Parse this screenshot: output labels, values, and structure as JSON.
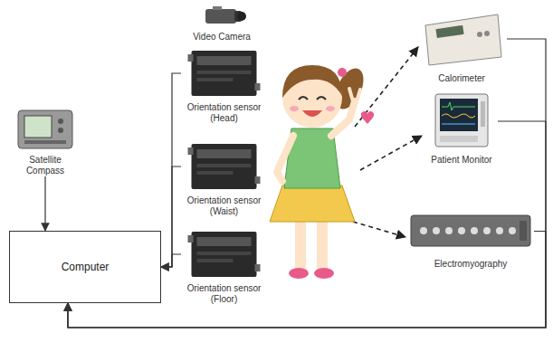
{
  "diagram": {
    "nodes": [
      {
        "text": [
          "Video Camera"
        ]
      },
      {
        "text": [
          "Satellite Compass"
        ]
      },
      {
        "text": [
          "Computer"
        ]
      },
      {
        "text": [
          "Orientation sensor (Head)"
        ]
      },
      {
        "text": [
          "Orientation sensor (Waist)"
        ]
      },
      {
        "text": [
          "Orientation sensor (Floor)"
        ]
      },
      {
        "text": [
          "Calorimeter"
        ]
      },
      {
        "text": [
          "Patient Monitor"
        ]
      },
      {
        "text": [
          "Electromyography"
        ]
      }
    ],
    "edges": [
      {
        "from": 1,
        "to": 2,
        "arrow": "to"
      },
      {
        "from": 3,
        "to": 2,
        "arrow": "to"
      },
      {
        "from": 4,
        "to": 2,
        "arrow": "to"
      },
      {
        "from": 5,
        "to": 2,
        "arrow": "to"
      },
      {
        "from": 6,
        "to": 2,
        "arrow": "to"
      },
      {
        "from": 7,
        "to": 2,
        "arrow": "to"
      },
      {
        "from": 8,
        "to": 2,
        "arrow": "to"
      }
    ]
  }
}
